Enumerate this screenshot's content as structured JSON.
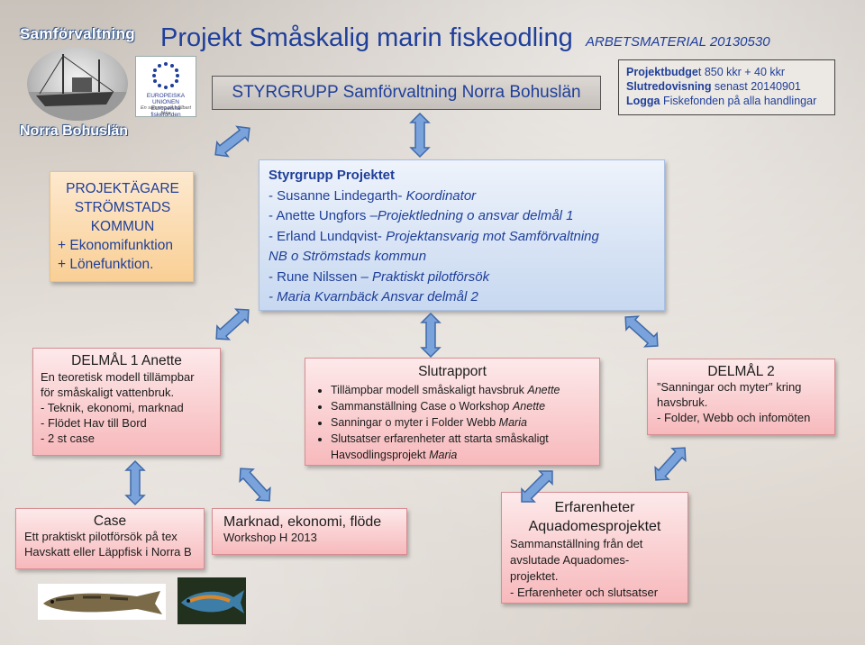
{
  "logo": {
    "title": "Samförvaltning",
    "subtitle": "Norra Bohuslän"
  },
  "eu_logo": {
    "line1": "EUROPEISKA UNIONEN",
    "line2": "Europeiska fiskefonden",
    "line3": "En satsning på hållbart fiske"
  },
  "header": {
    "title": "Projekt Småskalig marin fiskeodling",
    "subtitle": "ARBETSMATERIAL 20130530"
  },
  "styrgrupp": "STYRGRUPP Samförvaltning Norra Bohuslän",
  "budget": {
    "l1_bold": "Projektbudge",
    "l1_rest": "t 850 kkr + 40 kkr",
    "l2_bold": "Slutredovisning",
    "l2_rest": " senast 20140901",
    "l3_bold": "Logga",
    "l3_rest": " Fiskefonden på alla handlingar"
  },
  "owner": {
    "l1": "PROJEKTÄGARE",
    "l2": "STRÖMSTADS",
    "l3": "KOMMUN",
    "l4": "+ Ekonomifunktion",
    "l5": "+ Lönefunktion."
  },
  "project": {
    "heading": "Styrgrupp Projektet",
    "r1a": "- Susanne Lindegarth- ",
    "r1b": "Koordinator",
    "r2a": "- Anette Ungfors ",
    "r2b": "–Projektledning o ansvar delmål 1",
    "r3a": "- Erland Lundqvist- ",
    "r3b": "Projektansvarig  mot Samförvaltning",
    "r4": "NB o Strömstads kommun",
    "r5a": "- Rune Nilssen ",
    "r5b": "– Praktiskt pilotförsök",
    "r6": "- Maria Kvarnbäck Ansvar delmål 2"
  },
  "delmal1": {
    "heading": "DELMÅL 1 Anette",
    "l1": "En teoretisk modell tillämpbar",
    "l2": "för småskaligt vattenbruk.",
    "l3": "-   Teknik, ekonomi, marknad",
    "l4": "-   Flödet Hav till Bord",
    "l5": "-   2 st case"
  },
  "slutrapport": {
    "heading": "Slutrapport",
    "b1a": "Tillämpbar modell småskaligt havsbruk ",
    "b1b": "Anette",
    "b2a": "Sammanställning Case o Workshop ",
    "b2b": "Anette",
    "b3a": "Sanningar o myter i Folder Webb  ",
    "b3b": "Maria",
    "b4": "Slutsatser erfarenheter att starta småskaligt",
    "b4c_a": "Havsodlingsprojekt ",
    "b4c_b": "Maria"
  },
  "delmal2": {
    "heading": "DELMÅL 2",
    "l1": "”Sanningar och myter” kring",
    "l2": "havsbruk.",
    "l3": "-   Folder, Webb och infomöten"
  },
  "case": {
    "heading": "Case",
    "l1": "Ett praktiskt pilotförsök på tex",
    "l2": "Havskatt eller Läppfisk i Norra B"
  },
  "marknad": {
    "heading": "Marknad, ekonomi, flöde",
    "l1": "Workshop H 2013"
  },
  "erfarenheter": {
    "h1": "Erfarenheter",
    "h2": "Aquadomesprojektet",
    "l1": "Sammanställning från det",
    "l2": "avslutade Aquadomes-",
    "l3": "projektet.",
    "l4": "- Erfarenheter och slutsatser"
  },
  "colors": {
    "title_blue": "#1f3f9a",
    "arrow_blue": "#6f9ad6",
    "orange_box": "#f9cf95",
    "blue_box": "#c7d8f0",
    "pink_box": "#f7b9bc"
  }
}
